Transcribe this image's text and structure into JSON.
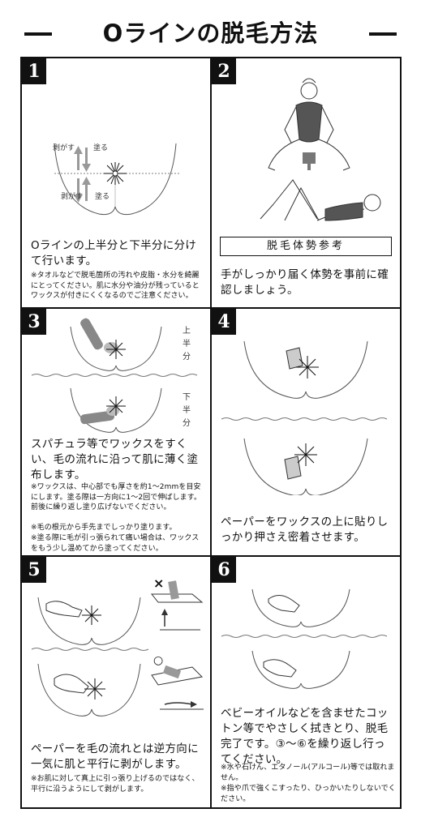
{
  "title": "Oラインの脱毛方法",
  "steps": {
    "s1": {
      "number": "1",
      "label_peel": "剥がす",
      "label_apply": "塗る",
      "text": "Oラインの上半分と下半分に分けて行います。",
      "note": "※タオルなどで脱毛箇所の汚れや皮脂・水分を綺麗にとってください。肌に水分や油分が残っているとワックスが付きにくくなるのでご注意ください。"
    },
    "s2": {
      "number": "2",
      "banner": "脱毛体勢参考",
      "text": "手がしっかり届く体勢を事前に確認しましょう。"
    },
    "s3": {
      "number": "3",
      "label_upper": "上半分",
      "label_lower": "下半分",
      "text": "スパチュラ等でワックスをすくい、毛の流れに沿って肌に薄く塗布します。",
      "notes": [
        "※ワックスは、中心部でも厚さを約1～2mmを目安にします。塗る際は一方向に1～2回で伸ばします。前後に繰り返し塗り広げないでください。",
        "※毛の根元から手先までしっかり塗ります。",
        "※塗る際に毛が引っ張られて痛い場合は、ワックスをもう少し温めてから塗ってください。"
      ]
    },
    "s4": {
      "number": "4",
      "text": "ペーパーをワックスの上に貼りしっかり押さえ密着させます。"
    },
    "s5": {
      "number": "5",
      "mark_wrong": "×",
      "mark_right": "○",
      "text": "ペーパーを毛の流れとは逆方向に一気に肌と平行に剥がします。",
      "note": "※お肌に対して真上に引っ張り上げるのではなく、平行に沿うようにして剥がします。"
    },
    "s6": {
      "number": "6",
      "text": "ベビーオイルなどを含ませたコットン等でやさしく拭きとり、脱毛完了です。③～⑥を繰り返し行ってください。",
      "notes": [
        "※水や石けん、エタノール(アルコール)等では取れません。",
        "※指や爪で強くこすったり、ひっかいたりしないでください。"
      ]
    }
  }
}
